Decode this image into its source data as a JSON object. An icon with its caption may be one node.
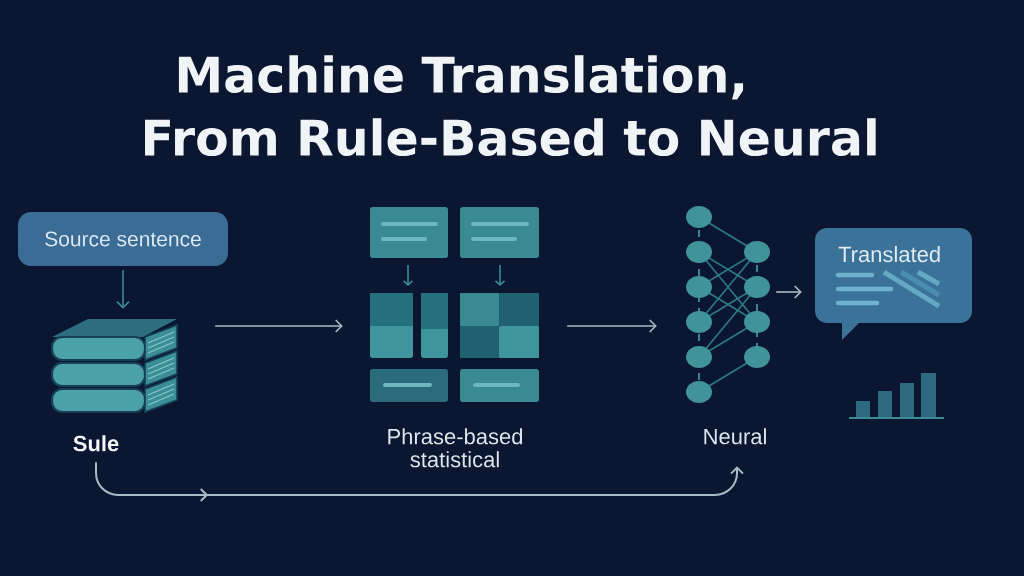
{
  "diagram": {
    "title": "Machine Translation, From Rule-Based to Neural",
    "nodes": [
      {
        "text": [
          "Source sentence"
        ]
      },
      {
        "text": [],
        "shape": "picture",
        "beside": [
          "Sule"
        ]
      },
      {
        "text": [],
        "shape": "picture",
        "beside": [
          "Phrase-based statistical"
        ]
      },
      {
        "text": [],
        "shape": "picture",
        "beside": [
          "Neural"
        ]
      },
      {
        "text": [
          "Translated"
        ]
      }
    ],
    "edges": [
      {
        "from": 0,
        "to": 1,
        "arrow": "to",
        "color": "#3a8c94"
      },
      {
        "from": 1,
        "to": 2,
        "arrow": "to"
      },
      {
        "from": 2,
        "to": 3,
        "arrow": "to"
      },
      {
        "from": 3,
        "to": 4,
        "arrow": "to"
      },
      {
        "from": 1,
        "to": 3,
        "arrow": "to"
      }
    ]
  }
}
